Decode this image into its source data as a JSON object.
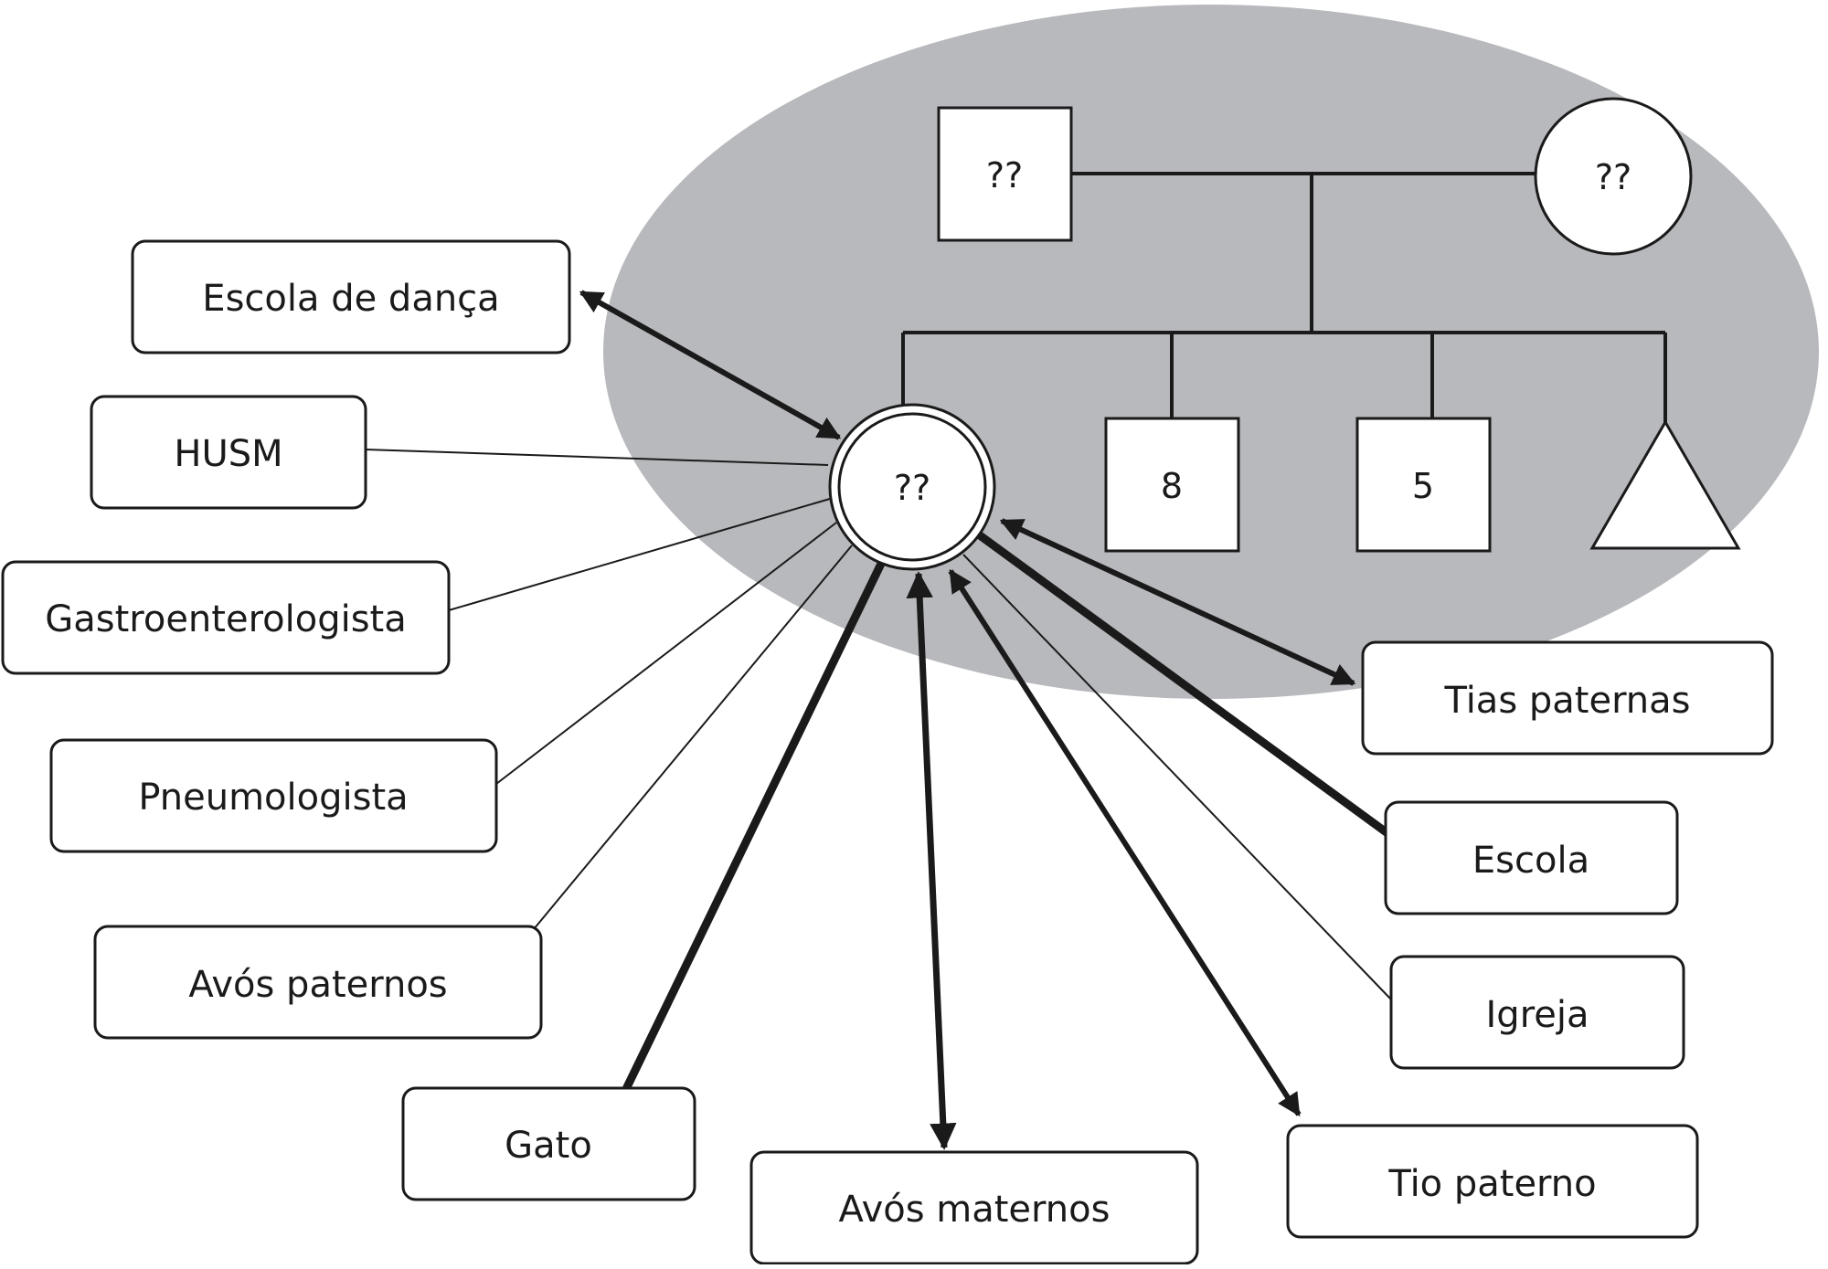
{
  "genogram": {
    "father": {
      "label": "??"
    },
    "mother": {
      "label": "??"
    },
    "index_child": {
      "label": "??"
    },
    "brother_1": {
      "label": "8"
    },
    "brother_2": {
      "label": "5"
    },
    "pregnancy": {
      "label": ""
    }
  },
  "ecomap": {
    "escola_danca": {
      "label": "Escola de dança",
      "link": "strong-bidirectional"
    },
    "husm": {
      "label": "HUSM",
      "link": "normal"
    },
    "gastro": {
      "label": "Gastroenterologista",
      "link": "normal"
    },
    "pneumo": {
      "label": "Pneumologista",
      "link": "normal"
    },
    "avos_paternos": {
      "label": "Avós paternos",
      "link": "normal"
    },
    "gato": {
      "label": "Gato",
      "link": "strong"
    },
    "avos_maternos": {
      "label": "Avós maternos",
      "link": "strong-bidirectional"
    },
    "tio_paterno": {
      "label": "Tio paterno",
      "link": "strong-bidirectional"
    },
    "igreja": {
      "label": "Igreja",
      "link": "normal"
    },
    "escola": {
      "label": "Escola",
      "link": "strong"
    },
    "tias_paternas": {
      "label": "Tias paternas",
      "link": "strong-bidirectional"
    }
  },
  "colors": {
    "household": "#b8b9bd",
    "line": "#1a1a1a",
    "box_fill": "#ffffff"
  }
}
